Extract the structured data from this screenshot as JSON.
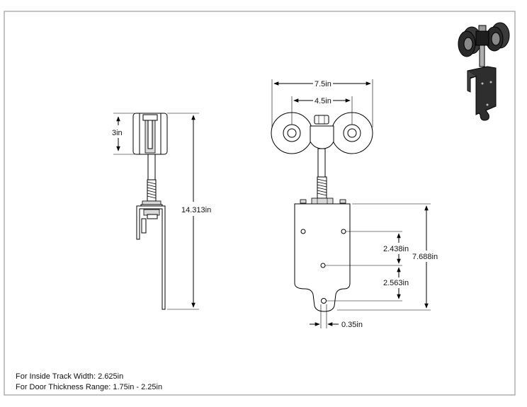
{
  "dimensions": {
    "side_height_top": "3in",
    "side_total_height": "14.313in",
    "front_overall_width": "7.5in",
    "front_wheel_spacing": "4.5in",
    "plate_hole_spacing_upper": "2.438in",
    "plate_hole_spacing_lower": "2.563in",
    "plate_height": "7.688in",
    "slot_width": "0.35in"
  },
  "notes": {
    "track_width": "For Inside Track Width: 2.625in",
    "door_thickness": "For Door Thickness Range: 1.75in - 2.25in"
  },
  "colors": {
    "line": "#000000",
    "frame": "#888888",
    "hardware_fill": "#d9d9d9",
    "render_dark": "#2a2a2a"
  },
  "icons": {
    "preview": "roller-hanger-3d-render"
  }
}
